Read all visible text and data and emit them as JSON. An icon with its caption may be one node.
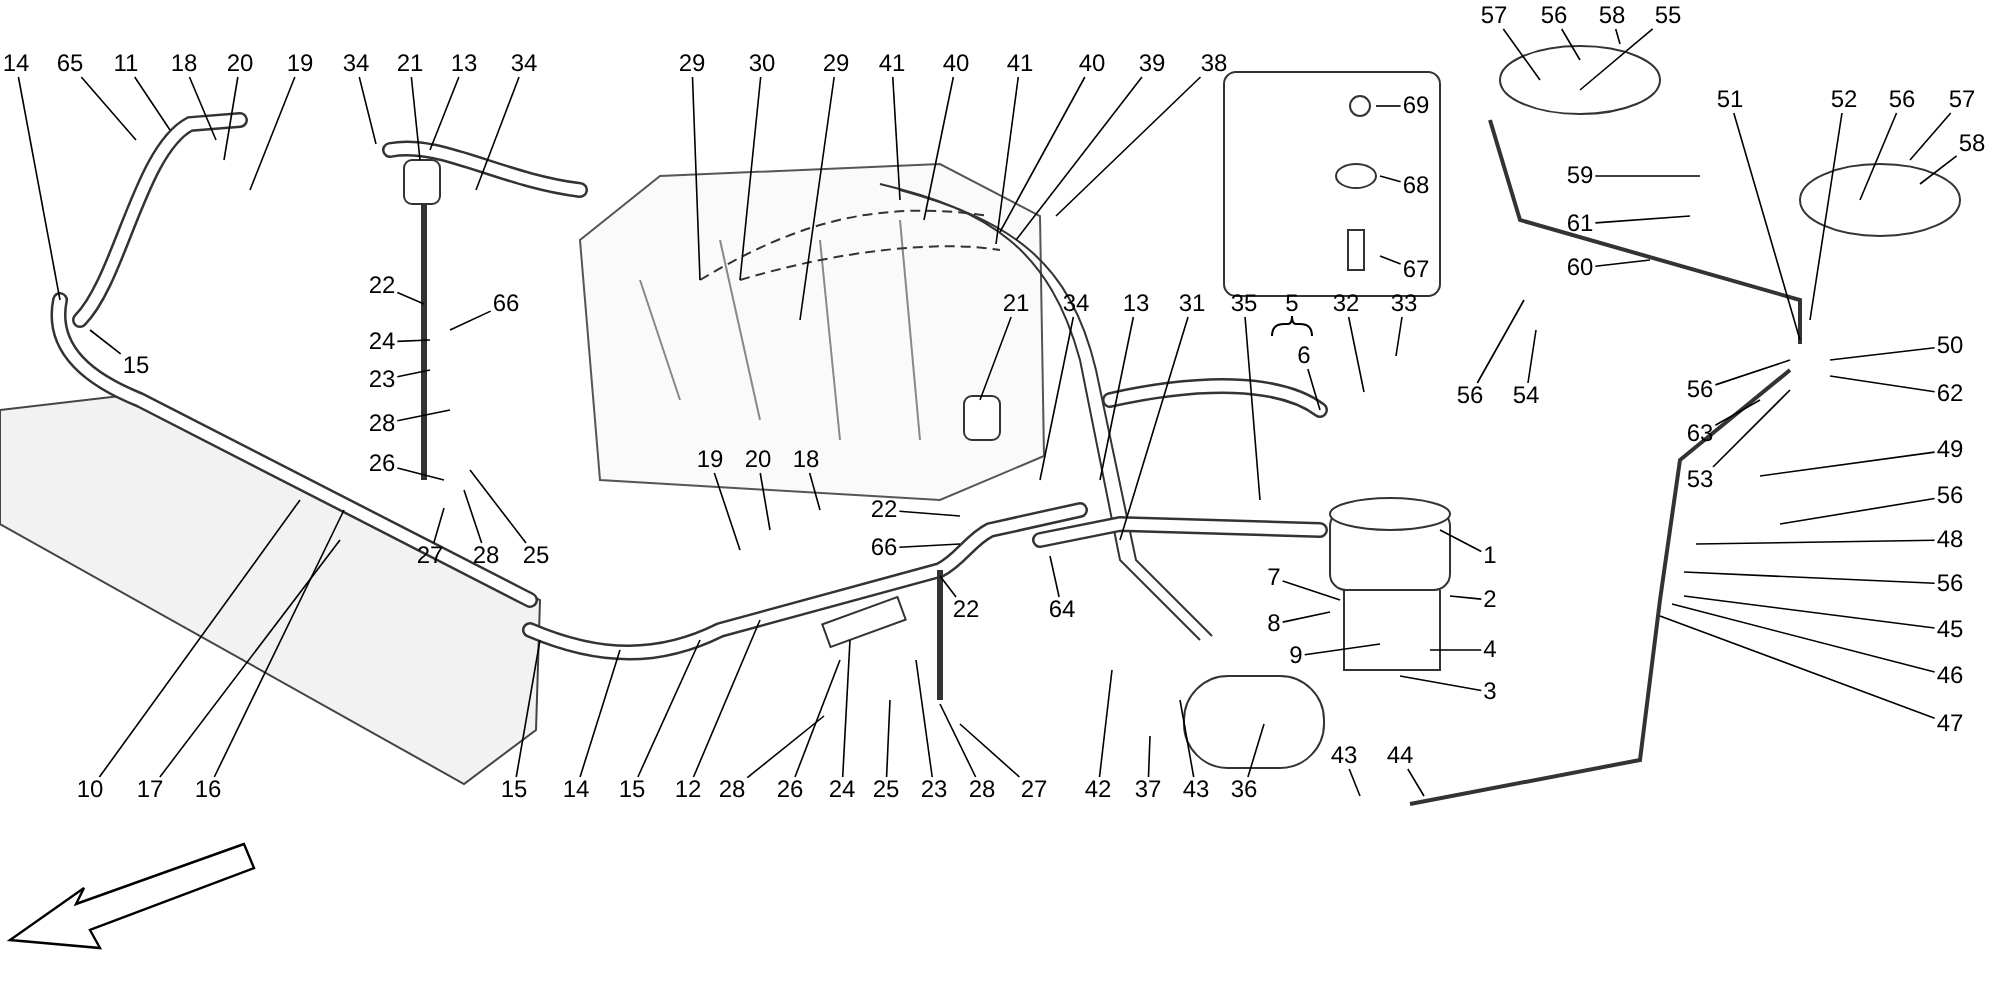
{
  "diagram": {
    "nodes": [
      {
        "text": [
          "14"
        ]
      },
      {
        "text": [
          "65"
        ]
      },
      {
        "text": [
          "11"
        ]
      },
      {
        "text": [
          "18"
        ]
      },
      {
        "text": [
          "20"
        ]
      },
      {
        "text": [
          "19"
        ]
      },
      {
        "text": [
          "34"
        ]
      },
      {
        "text": [
          "21"
        ]
      },
      {
        "text": [
          "13"
        ]
      },
      {
        "text": [
          "34"
        ]
      },
      {
        "text": [
          "29"
        ]
      },
      {
        "text": [
          "30"
        ]
      },
      {
        "text": [
          "29"
        ]
      },
      {
        "text": [
          "41"
        ]
      },
      {
        "text": [
          "40"
        ]
      },
      {
        "text": [
          "41"
        ]
      },
      {
        "text": [
          "40"
        ]
      },
      {
        "text": [
          "39"
        ]
      },
      {
        "text": [
          "38"
        ]
      },
      {
        "text": [
          "57"
        ]
      },
      {
        "text": [
          "56"
        ]
      },
      {
        "text": [
          "58"
        ]
      },
      {
        "text": [
          "55"
        ]
      },
      {
        "text": [
          "69"
        ]
      },
      {
        "text": [
          "68"
        ]
      },
      {
        "text": [
          "67"
        ]
      },
      {
        "text": [
          "59"
        ]
      },
      {
        "text": [
          "61"
        ]
      },
      {
        "text": [
          "60"
        ]
      },
      {
        "text": [
          "51"
        ]
      },
      {
        "text": [
          "52"
        ]
      },
      {
        "text": [
          "56"
        ]
      },
      {
        "text": [
          "57"
        ]
      },
      {
        "text": [
          "58"
        ]
      },
      {
        "text": [
          "15"
        ]
      },
      {
        "text": [
          "22"
        ]
      },
      {
        "text": [
          "66"
        ]
      },
      {
        "text": [
          "24"
        ]
      },
      {
        "text": [
          "23"
        ]
      },
      {
        "text": [
          "28"
        ]
      },
      {
        "text": [
          "26"
        ]
      },
      {
        "text": [
          "27"
        ]
      },
      {
        "text": [
          "28"
        ]
      },
      {
        "text": [
          "25"
        ]
      },
      {
        "text": [
          "21"
        ]
      },
      {
        "text": [
          "34"
        ]
      },
      {
        "text": [
          "13"
        ]
      },
      {
        "text": [
          "31"
        ]
      },
      {
        "text": [
          "35"
        ]
      },
      {
        "text": [
          "6"
        ]
      },
      {
        "text": [
          "32"
        ]
      },
      {
        "text": [
          "33"
        ]
      },
      {
        "text": [
          "56"
        ]
      },
      {
        "text": [
          "54"
        ]
      },
      {
        "text": [
          "56"
        ]
      },
      {
        "text": [
          "50"
        ]
      },
      {
        "text": [
          "62"
        ]
      },
      {
        "text": [
          "63"
        ]
      },
      {
        "text": [
          "53"
        ]
      },
      {
        "text": [
          "49"
        ]
      },
      {
        "text": [
          "56"
        ]
      },
      {
        "text": [
          "48"
        ]
      },
      {
        "text": [
          "56"
        ]
      },
      {
        "text": [
          "45"
        ]
      },
      {
        "text": [
          "46"
        ]
      },
      {
        "text": [
          "47"
        ]
      },
      {
        "text": [
          "1"
        ]
      },
      {
        "text": [
          "2"
        ]
      },
      {
        "text": [
          "7"
        ]
      },
      {
        "text": [
          "8"
        ]
      },
      {
        "text": [
          "9"
        ]
      },
      {
        "text": [
          "4"
        ]
      },
      {
        "text": [
          "3"
        ]
      },
      {
        "text": [
          "19"
        ]
      },
      {
        "text": [
          "20"
        ]
      },
      {
        "text": [
          "18"
        ]
      },
      {
        "text": [
          "22"
        ]
      },
      {
        "text": [
          "66"
        ]
      },
      {
        "text": [
          "22"
        ]
      },
      {
        "text": [
          "64"
        ]
      },
      {
        "text": [
          "10"
        ]
      },
      {
        "text": [
          "17"
        ]
      },
      {
        "text": [
          "16"
        ]
      },
      {
        "text": [
          "15"
        ]
      },
      {
        "text": [
          "14"
        ]
      },
      {
        "text": [
          "15"
        ]
      },
      {
        "text": [
          "12"
        ]
      },
      {
        "text": [
          "28"
        ]
      },
      {
        "text": [
          "26"
        ]
      },
      {
        "text": [
          "24"
        ]
      },
      {
        "text": [
          "25"
        ]
      },
      {
        "text": [
          "23"
        ]
      },
      {
        "text": [
          "28"
        ]
      },
      {
        "text": [
          "27"
        ]
      },
      {
        "text": [
          "42"
        ]
      },
      {
        "text": [
          "37"
        ]
      },
      {
        "text": [
          "43"
        ]
      },
      {
        "text": [
          "36"
        ]
      },
      {
        "text": [
          "43"
        ]
      },
      {
        "text": [
          "44"
        ]
      }
    ],
    "edges": [
      {
        "from": 0,
        "to": null,
        "arrow": "none"
      },
      {
        "from": 1,
        "to": null,
        "arrow": "none"
      },
      {
        "from": 2,
        "to": null,
        "arrow": "none"
      },
      {
        "from": 3,
        "to": null,
        "arrow": "none"
      },
      {
        "from": 4,
        "to": null,
        "arrow": "none"
      },
      {
        "from": 5,
        "to": null,
        "arrow": "none"
      },
      {
        "from": 6,
        "to": null,
        "arrow": "none"
      },
      {
        "from": 7,
        "to": null,
        "arrow": "none"
      },
      {
        "from": 8,
        "to": null,
        "arrow": "none"
      },
      {
        "from": 9,
        "to": null,
        "arrow": "none"
      },
      {
        "from": 10,
        "to": null,
        "arrow": "none"
      },
      {
        "from": 11,
        "to": null,
        "arrow": "none"
      },
      {
        "from": 12,
        "to": null,
        "arrow": "none"
      },
      {
        "from": 13,
        "to": null,
        "arrow": "none"
      },
      {
        "from": 14,
        "to": null,
        "arrow": "none"
      },
      {
        "from": 15,
        "to": null,
        "arrow": "none"
      },
      {
        "from": 16,
        "to": null,
        "arrow": "none"
      },
      {
        "from": 17,
        "to": null,
        "arrow": "none"
      },
      {
        "from": 18,
        "to": null,
        "arrow": "none"
      },
      {
        "from": 19,
        "to": null,
        "arrow": "none"
      },
      {
        "from": 20,
        "to": null,
        "arrow": "none"
      },
      {
        "from": 21,
        "to": null,
        "arrow": "none"
      },
      {
        "from": 22,
        "to": null,
        "arrow": "none"
      },
      {
        "from": 23,
        "to": null,
        "arrow": "none"
      },
      {
        "from": 24,
        "to": null,
        "arrow": "none"
      },
      {
        "from": 25,
        "to": null,
        "arrow": "none"
      },
      {
        "from": 26,
        "to": null,
        "arrow": "none"
      },
      {
        "from": 27,
        "to": null,
        "arrow": "none"
      },
      {
        "from": 28,
        "to": null,
        "arrow": "none"
      },
      {
        "from": 29,
        "to": null,
        "arrow": "none"
      },
      {
        "from": 30,
        "to": null,
        "arrow": "none"
      },
      {
        "from": 31,
        "to": null,
        "arrow": "none"
      },
      {
        "from": 32,
        "to": null,
        "arrow": "none"
      },
      {
        "from": 33,
        "to": null,
        "arrow": "none"
      },
      {
        "from": 34,
        "to": null,
        "arrow": "none"
      },
      {
        "from": 35,
        "to": null,
        "arrow": "none"
      },
      {
        "from": 36,
        "to": null,
        "arrow": "none"
      },
      {
        "from": 37,
        "to": null,
        "arrow": "none"
      },
      {
        "from": 38,
        "to": null,
        "arrow": "none"
      },
      {
        "from": 39,
        "to": null,
        "arrow": "none"
      },
      {
        "from": 40,
        "to": null,
        "arrow": "none"
      },
      {
        "from": 41,
        "to": null,
        "arrow": "none"
      },
      {
        "from": 42,
        "to": null,
        "arrow": "none"
      },
      {
        "from": 43,
        "to": null,
        "arrow": "none"
      },
      {
        "from": 44,
        "to": null,
        "arrow": "none"
      },
      {
        "from": 45,
        "to": null,
        "arrow": "none"
      },
      {
        "from": 46,
        "to": null,
        "arrow": "none"
      },
      {
        "from": 47,
        "to": null,
        "arrow": "none"
      },
      {
        "from": 48,
        "to": null,
        "arrow": "none"
      },
      {
        "from": 49,
        "to": null,
        "arrow": "none"
      },
      {
        "from": 50,
        "to": null,
        "arrow": "none"
      },
      {
        "from": 51,
        "to": null,
        "arrow": "none"
      },
      {
        "from": 52,
        "to": null,
        "arrow": "none"
      },
      {
        "from": 53,
        "to": null,
        "arrow": "none"
      },
      {
        "from": 54,
        "to": null,
        "arrow": "none"
      },
      {
        "from": 55,
        "to": null,
        "arrow": "none"
      },
      {
        "from": 56,
        "to": null,
        "arrow": "none"
      },
      {
        "from": 57,
        "to": null,
        "arrow": "none"
      },
      {
        "from": 58,
        "to": null,
        "arrow": "none"
      },
      {
        "from": 59,
        "to": null,
        "arrow": "none"
      },
      {
        "from": 60,
        "to": null,
        "arrow": "none"
      },
      {
        "from": 61,
        "to": null,
        "arrow": "none"
      },
      {
        "from": 62,
        "to": null,
        "arrow": "none"
      },
      {
        "from": 63,
        "to": null,
        "arrow": "none"
      },
      {
        "from": 64,
        "to": null,
        "arrow": "none"
      },
      {
        "from": 65,
        "to": null,
        "arrow": "none"
      },
      {
        "from": 66,
        "to": null,
        "arrow": "none"
      },
      {
        "from": 67,
        "to": null,
        "arrow": "none"
      },
      {
        "from": 68,
        "to": null,
        "arrow": "none"
      },
      {
        "from": 69,
        "to": null,
        "arrow": "none"
      },
      {
        "from": 70,
        "to": null,
        "arrow": "none"
      },
      {
        "from": 71,
        "to": null,
        "arrow": "none"
      },
      {
        "from": 72,
        "to": null,
        "arrow": "none"
      },
      {
        "from": 73,
        "to": null,
        "arrow": "none"
      },
      {
        "from": 74,
        "to": null,
        "arrow": "none"
      },
      {
        "from": 75,
        "to": null,
        "arrow": "none"
      },
      {
        "from": 76,
        "to": null,
        "arrow": "none"
      },
      {
        "from": 77,
        "to": null,
        "arrow": "none"
      },
      {
        "from": 78,
        "to": null,
        "arrow": "none"
      },
      {
        "from": 79,
        "to": null,
        "arrow": "none"
      },
      {
        "from": 80,
        "to": null,
        "arrow": "none"
      },
      {
        "from": 81,
        "to": null,
        "arrow": "none"
      },
      {
        "from": 82,
        "to": null,
        "arrow": "none"
      },
      {
        "from": 83,
        "to": null,
        "arrow": "none"
      },
      {
        "from": 84,
        "to": null,
        "arrow": "none"
      },
      {
        "from": 85,
        "to": null,
        "arrow": "none"
      },
      {
        "from": 86,
        "to": null,
        "arrow": "none"
      },
      {
        "from": 87,
        "to": null,
        "arrow": "none"
      },
      {
        "from": 88,
        "to": null,
        "arrow": "none"
      },
      {
        "from": 89,
        "to": null,
        "arrow": "none"
      },
      {
        "from": 90,
        "to": null,
        "arrow": "none"
      },
      {
        "from": 91,
        "to": null,
        "arrow": "none"
      },
      {
        "from": 92,
        "to": null,
        "arrow": "none"
      },
      {
        "from": 93,
        "to": null,
        "arrow": "none"
      },
      {
        "from": 94,
        "to": null,
        "arrow": "none"
      },
      {
        "from": 95,
        "to": null,
        "arrow": "none"
      },
      {
        "from": 96,
        "to": null,
        "arrow": "none"
      },
      {
        "from": 97,
        "to": null,
        "arrow": "none"
      },
      {
        "from": 98,
        "to": null,
        "arrow": "none"
      },
      {
        "from": 99,
        "to": null,
        "arrow": "none"
      }
    ],
    "labels": [
      "5"
    ]
  }
}
